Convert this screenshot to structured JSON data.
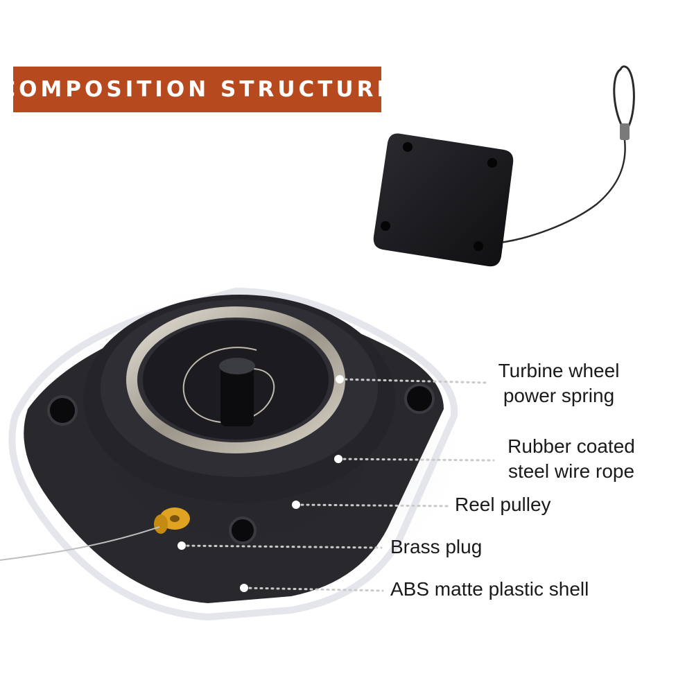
{
  "banner": {
    "title": "COMPOSITION STRUCTURE",
    "color": "#b7491f"
  },
  "callouts": [
    {
      "id": "turbine",
      "lines": [
        "Turbine wheel",
        "power spring"
      ]
    },
    {
      "id": "rope",
      "lines": [
        "Rubber coated",
        "steel wire rope"
      ]
    },
    {
      "id": "pulley",
      "lines": [
        "Reel pulley"
      ]
    },
    {
      "id": "plug",
      "lines": [
        "Brass plug"
      ]
    },
    {
      "id": "shell",
      "lines": [
        "ABS matte plastic shell"
      ]
    }
  ],
  "colors": {
    "shell": "#151518",
    "brass": "#e0a321",
    "spring": "#b9b3a8",
    "leader": "#c9c9c9"
  },
  "icons": [
    "retractor-device-icon",
    "cutaway-retractor-icon",
    "steel-cable-icon"
  ]
}
